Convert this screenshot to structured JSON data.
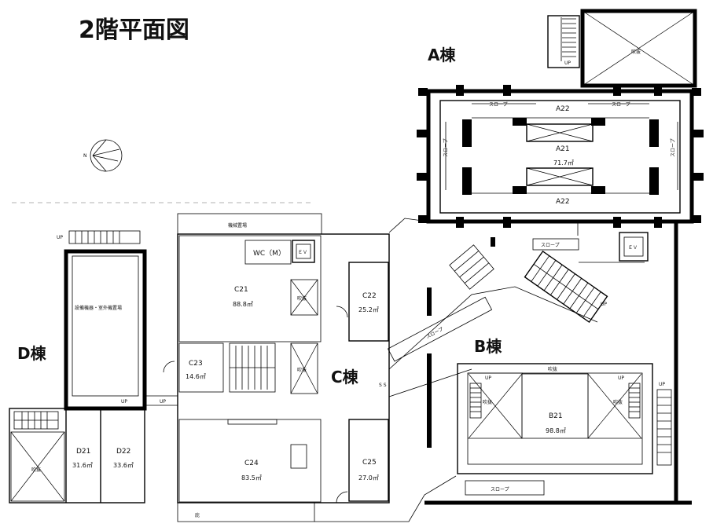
{
  "title": "2階平面図",
  "buildings": {
    "a": "A棟",
    "b": "B棟",
    "c": "C棟",
    "d": "D棟"
  },
  "compass": {
    "north": "N"
  },
  "rooms": {
    "a22_top": "A22",
    "a21": "A21",
    "a21_area": "71.7㎡",
    "a22_bottom": "A22",
    "a_void": "吹抜",
    "kikai": "機械置場",
    "wc": "WC（M）",
    "ev": "ＥＶ",
    "ev_b": "ＥＶ",
    "c21": "C21",
    "c21_area": "88.8㎡",
    "c21_void": "吹抜",
    "c22": "C22",
    "c22_area": "25.2㎡",
    "c23": "C23",
    "c23_area": "14.6㎡",
    "c_void": "吹抜",
    "c24": "C24",
    "c24_area": "83.5㎡",
    "c25": "C25",
    "c25_area": "27.0㎡",
    "ss": "S S",
    "setsubi": "設備機器・室外機置場",
    "d21": "D21",
    "d21_area": "31.6㎡",
    "d22": "D22",
    "d22_area": "33.6㎡",
    "d_void": "吹抜",
    "b21": "B21",
    "b21_area": "98.8㎡",
    "b_void_top": "吹抜",
    "b_void_left": "吹抜",
    "b_void_right": "吹抜",
    "c_bottom_mark": "庇"
  },
  "slopes": {
    "a_left": "スロープ",
    "a_right": "スロープ",
    "a_vert_left": "スロープ",
    "a_vert_right": "スロープ",
    "bc_link": "スロープ",
    "b_diag": "スロープ",
    "b_bottom": "スロープ"
  },
  "up_labels": {
    "d_top": "UP",
    "d_mid": "UP",
    "d_mid2": "UP",
    "a_stair": "UP",
    "b_stair": "UP",
    "b_inner_l": "UP",
    "b_inner_r": "UP",
    "b_right": "UP"
  }
}
